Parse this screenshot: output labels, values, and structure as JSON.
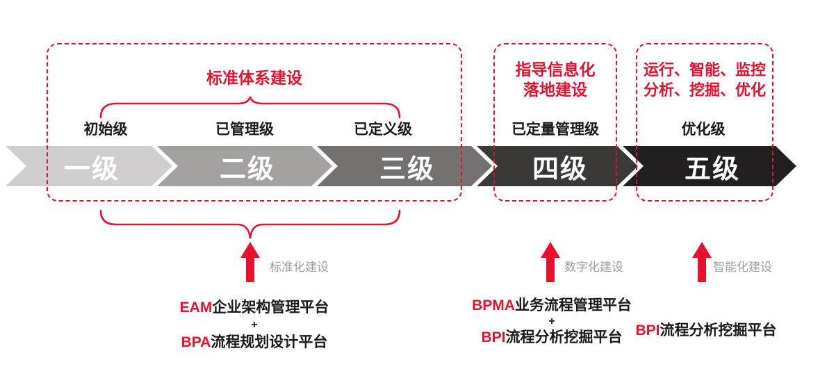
{
  "colors": {
    "red": "#e8112d",
    "phase_gray": "#9e9e9e",
    "text_black": "#1a1a1a",
    "chevron_text": "#ffffff"
  },
  "stage_boxes": [
    {
      "lines": [
        "标准体系建设"
      ]
    },
    {
      "lines": [
        "指导信息化",
        "落地建设"
      ]
    },
    {
      "lines": [
        "运行、智能、监控",
        "分析、挖掘、优化"
      ]
    }
  ],
  "levels": [
    {
      "maturity": "初始级",
      "label": "一级",
      "color": "#d0cece"
    },
    {
      "maturity": "已管理级",
      "label": "二级",
      "color": "#a6a1a1"
    },
    {
      "maturity": "已定义级",
      "label": "三级",
      "color": "#767171"
    },
    {
      "maturity": "已定量管理级",
      "label": "四级",
      "color": "#3b3838"
    },
    {
      "maturity": "优化级",
      "label": "五级",
      "color": "#211f1f"
    }
  ],
  "construction_phases": [
    {
      "label": "标准化建设"
    },
    {
      "label": "数字化建设"
    },
    {
      "label": "智能化建设"
    }
  ],
  "platform_groups": [
    {
      "joiner": "+",
      "lines": [
        {
          "acronym": "EAM",
          "name": "企业架构管理平台"
        },
        {
          "acronym": "BPA",
          "name": "流程规划设计平台"
        }
      ]
    },
    {
      "joiner": "+",
      "lines": [
        {
          "acronym": "BPMA",
          "name": "业务流程管理平台"
        },
        {
          "acronym": "BPI",
          "name": "流程分析挖掘平台"
        }
      ]
    },
    {
      "lines": [
        {
          "acronym": "BPI",
          "name": "流程分析挖掘平台"
        }
      ]
    }
  ]
}
